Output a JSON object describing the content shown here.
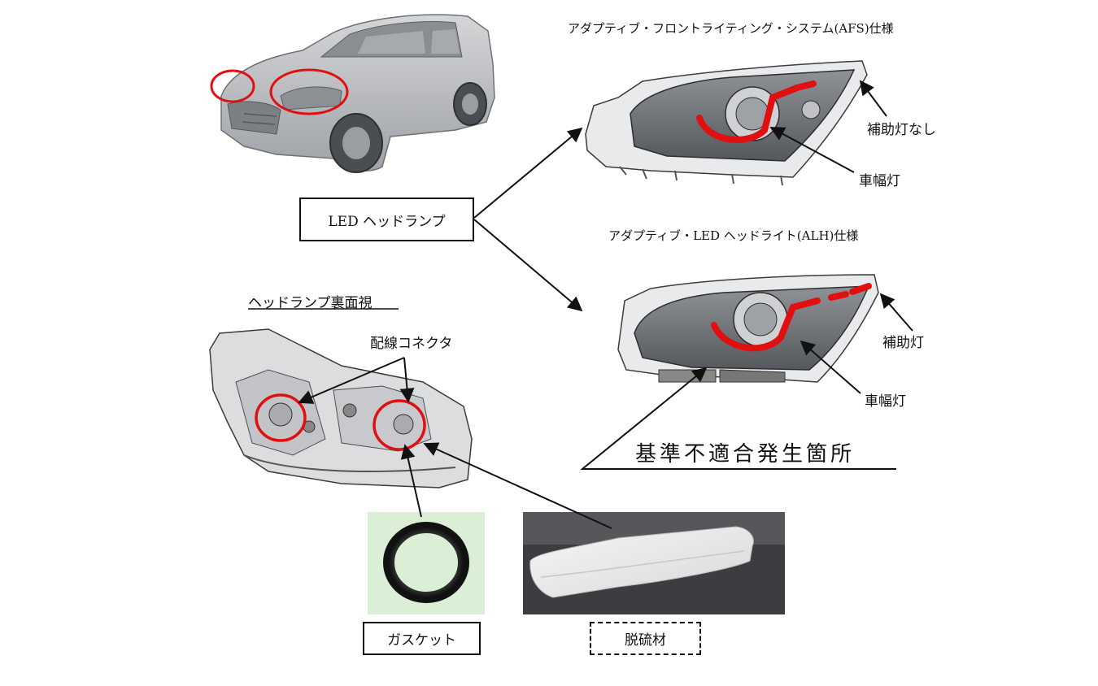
{
  "labels": {
    "afs_title": "アダプティブ・フロントライティング・システム(AFS)仕様",
    "alh_title": "アダプティブ・LED ヘッドライト(ALH)仕様",
    "led_headlamp": "LED ヘッドランプ",
    "no_aux_lamp": "補助灯なし",
    "position_lamp_1": "車幅灯",
    "aux_lamp": "補助灯",
    "position_lamp_2": "車幅灯",
    "rear_view": "ヘッドランプ裏面視",
    "wiring_connector": "配線コネクタ",
    "nonconformity_location": "基準不適合発生箇所",
    "gasket": "ガスケット",
    "desulfurizer": "脱硫材"
  },
  "colors": {
    "highlight": "#e01010",
    "line": "#111111",
    "body_gray": "#b8babd"
  }
}
